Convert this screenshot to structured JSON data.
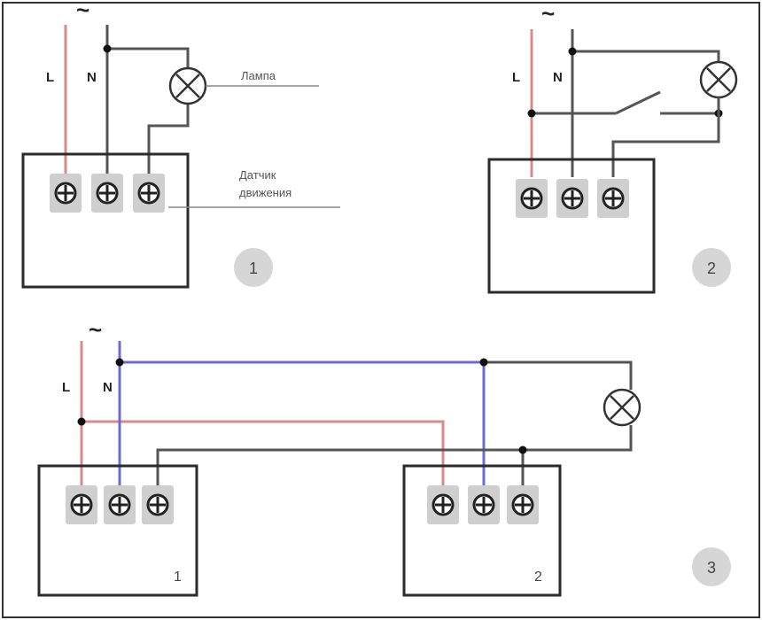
{
  "labels": {
    "ac_symbol": "~",
    "line": "L",
    "neutral": "N",
    "lamp": "Лампа",
    "sensor_line1": "Датчик",
    "sensor_line2": "движения"
  },
  "badges": [
    "1",
    "2",
    "3"
  ],
  "box_numbers": [
    "1",
    "2"
  ],
  "colors": {
    "outline": "#2b2b2b",
    "phase_wire": "#d98a8a",
    "neutral_wire_diagram3": "#6b6bd6",
    "generic_wire": "#555555",
    "terminal_fill": "#cfcfcf",
    "badge_fill": "#d6d6d6"
  },
  "icons": [
    "terminal-screw-icon",
    "lamp-icon",
    "switch-icon",
    "ac-symbol"
  ]
}
